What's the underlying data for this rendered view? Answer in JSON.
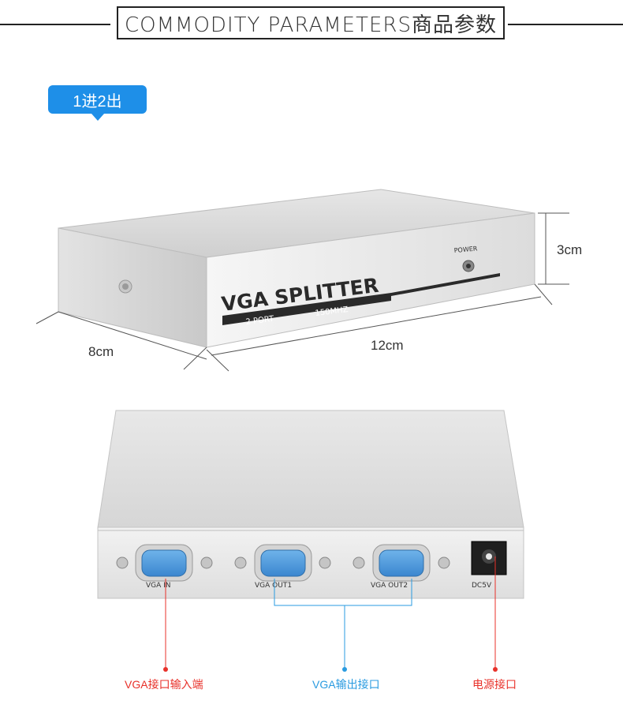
{
  "header": {
    "title": "COMMODITY PARAMETERS商品参数"
  },
  "badge": {
    "label": "1进2出"
  },
  "front_view": {
    "brand_text": "VGA SPLITTER",
    "sub_left": "2 PORT",
    "sub_right": "150MHZ",
    "power_label": "POWER"
  },
  "dimensions": {
    "height": "3cm",
    "depth": "8cm",
    "width": "12cm"
  },
  "rear_view": {
    "port_labels": [
      "VGA IN",
      "VGA OUT1",
      "VGA OUT2",
      "DC5V"
    ]
  },
  "callouts": [
    {
      "label": "VGA接口输入端",
      "color": "#e8312a"
    },
    {
      "label": "VGA输出接口",
      "color": "#2a9be0"
    },
    {
      "label": "电源接口",
      "color": "#e8312a"
    }
  ]
}
